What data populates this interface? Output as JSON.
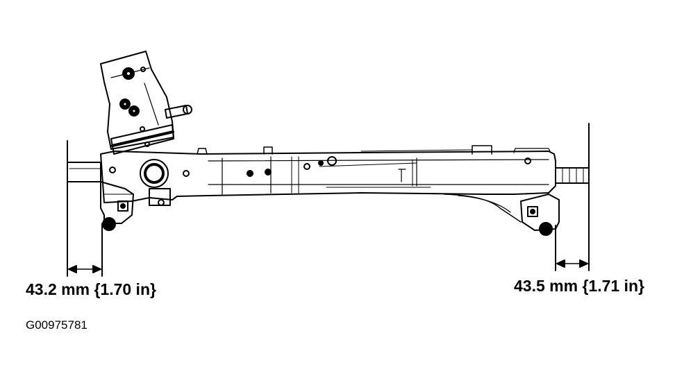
{
  "diagram": {
    "subject": "steering-gear-assembly",
    "dimensions": {
      "left": "43.2 mm {1.70 in}",
      "right": "43.5 mm {1.71 in}"
    },
    "figure_id": "G00975781"
  }
}
